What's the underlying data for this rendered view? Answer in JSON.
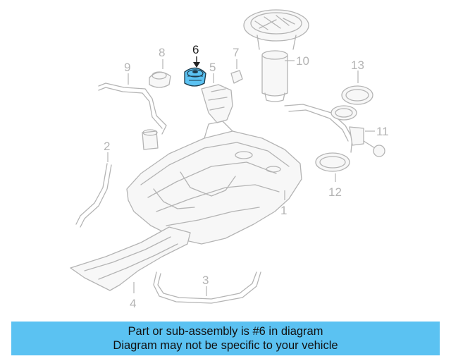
{
  "diagram": {
    "callouts": {
      "c1": "1",
      "c2": "2",
      "c3": "3",
      "c4": "4",
      "c5": "5",
      "c6": "6",
      "c7": "7",
      "c8": "8",
      "c9": "9",
      "c10": "10",
      "c11": "11",
      "c12": "12",
      "c13": "13"
    },
    "highlight_color": "#5bc2f2",
    "line_color": "#b4b4b4"
  },
  "banner": {
    "line1": "Part or sub-assembly is #6 in diagram",
    "line2": "Diagram may not be specific to your vehicle",
    "background": "#5bc2f2"
  }
}
